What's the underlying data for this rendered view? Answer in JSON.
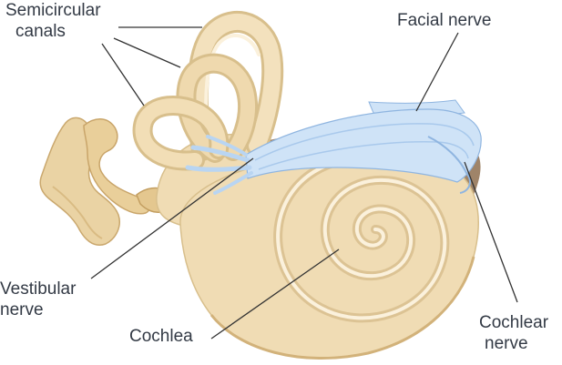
{
  "labels": {
    "semicircular_canals": [
      "Semicircular",
      "canals"
    ],
    "facial_nerve": "Facial nerve",
    "vestibular_nerve": [
      "Vestibular",
      "nerve"
    ],
    "cochlea": "Cochlea",
    "cochlear_nerve": [
      "Cochlear",
      "nerve"
    ]
  },
  "colors": {
    "bone": "#f0dcb4",
    "bone_dark": "#d8bf8c",
    "bone_light": "#fbf1dc",
    "nerve": "#cfe3f7",
    "nerve_dark": "#8fb5e0",
    "tissue": "#9a7b5a",
    "leader_line": "#333333",
    "text": "#333a45"
  }
}
